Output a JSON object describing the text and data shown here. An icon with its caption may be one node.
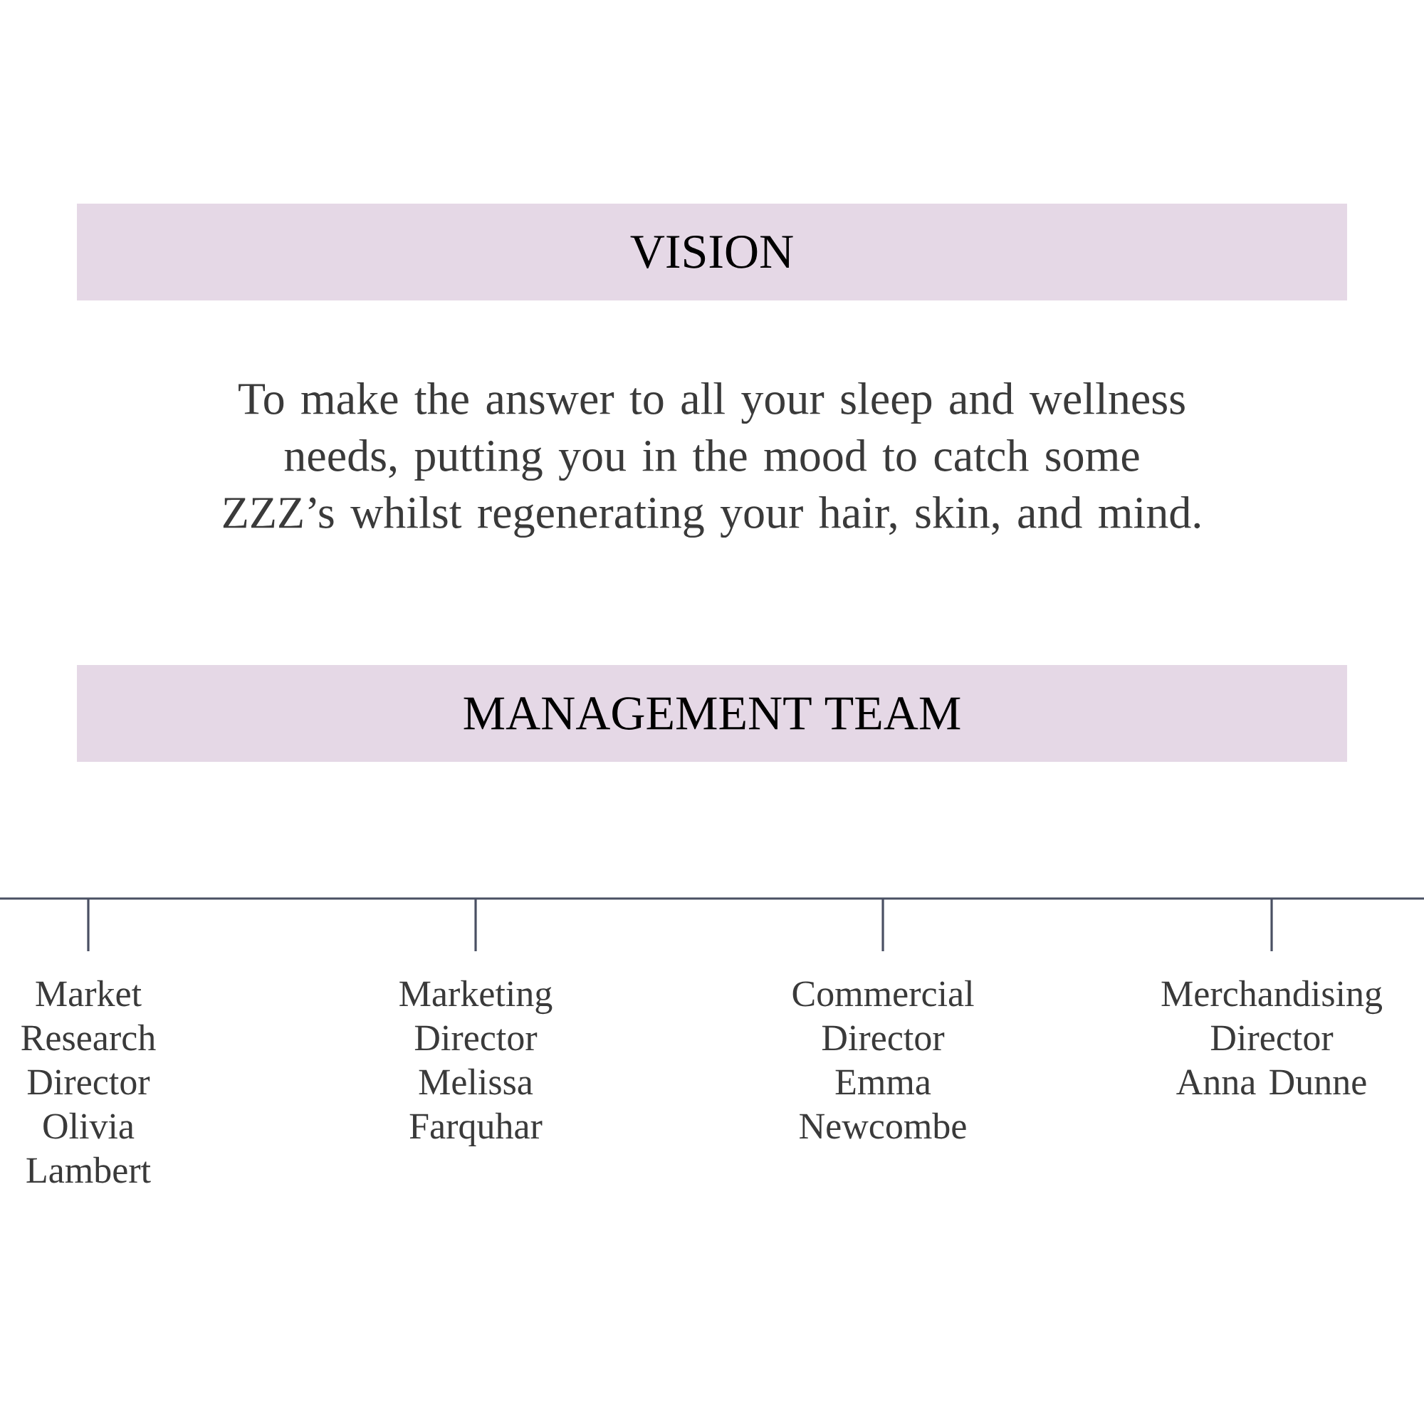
{
  "diagram": {
    "nodes": [
      {
        "text": [
          "VISION"
        ]
      },
      {
        "text": [
          "MANAGEMENT TEAM"
        ]
      },
      {
        "text": [
          "Market Research Director Olivia Lambert"
        ]
      },
      {
        "text": [
          "Marketing Director Melissa Farquhar"
        ]
      },
      {
        "text": [
          "Commercial Director Emma Newcombe"
        ]
      },
      {
        "text": [
          "Merchandising Director Anna Dunne"
        ]
      }
    ],
    "edges": [
      {
        "from": null,
        "to": 2,
        "arrow": "none"
      },
      {
        "from": null,
        "to": 3,
        "arrow": "none"
      },
      {
        "from": null,
        "to": 4,
        "arrow": "none"
      },
      {
        "from": null,
        "to": 5,
        "arrow": "none"
      }
    ],
    "labels": [
      "To make the answer to all your sleep and wellness needs, putting you in the mood to catch some ZZZ’s whilst regenerating your hair, skin, and mind."
    ]
  }
}
